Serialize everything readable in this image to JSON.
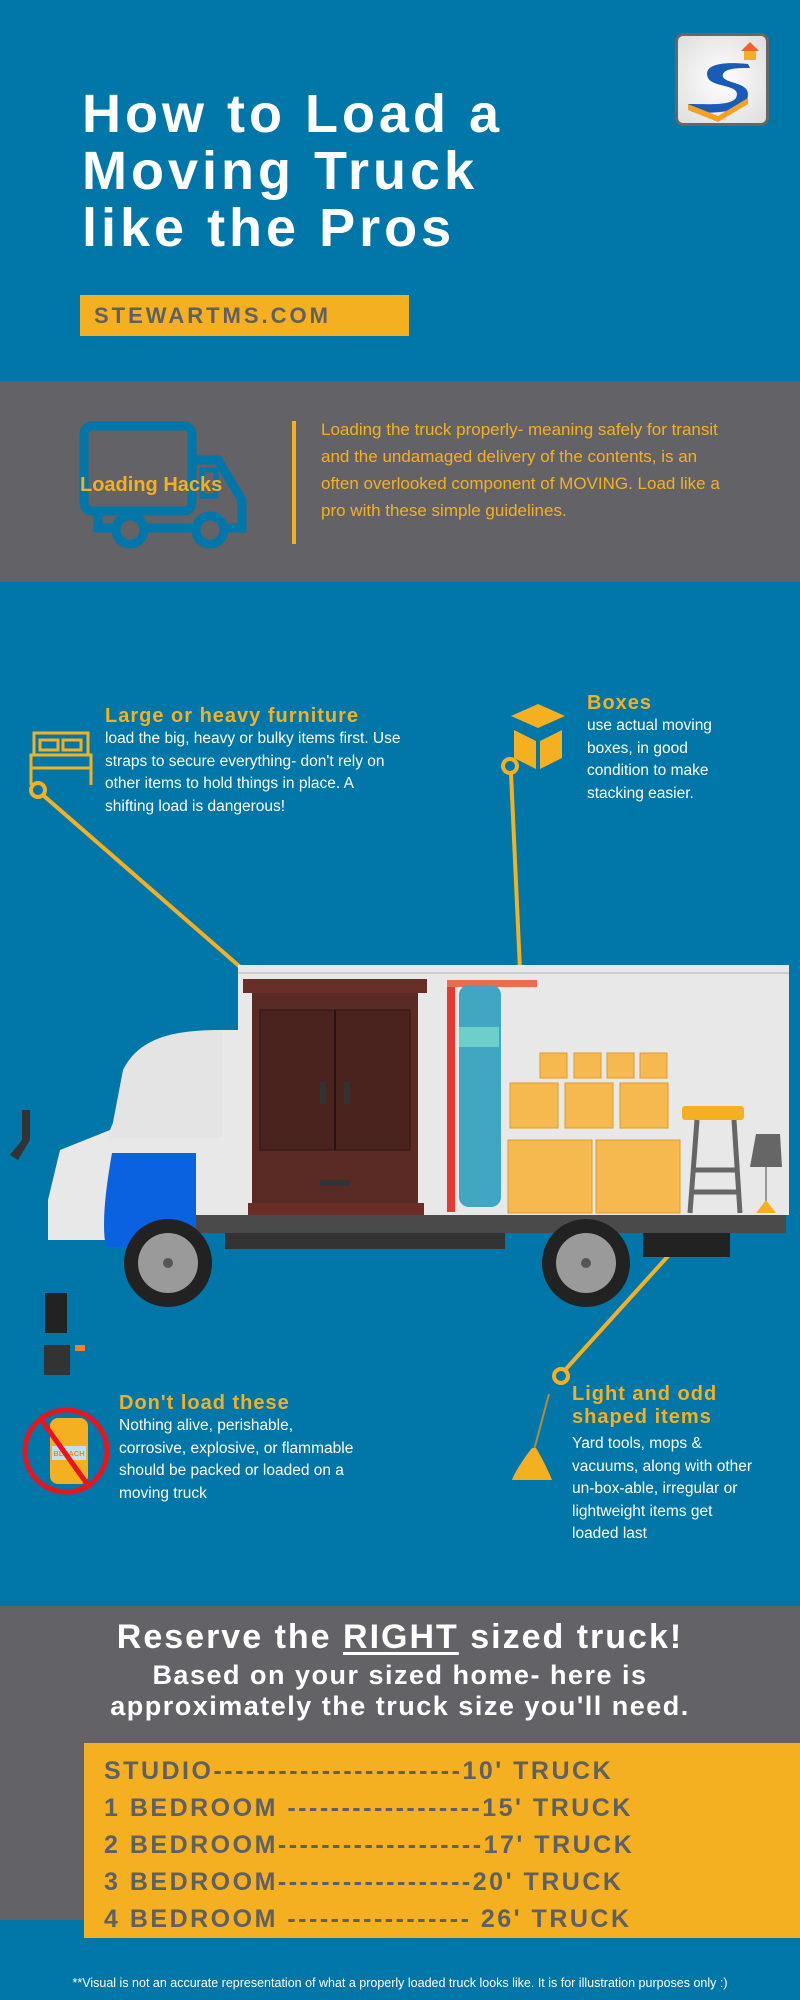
{
  "header": {
    "title_lines": [
      "How to Load a",
      "Moving Truck",
      "like the Pros"
    ],
    "site": "STEWARTMS.COM"
  },
  "intro": {
    "label": "Loading Hacks",
    "text": "Loading the truck properly- meaning safely for transit and the undamaged delivery of the contents, is an often overlooked component of MOVING. Load like a pro with these simple guidelines."
  },
  "tips": {
    "furniture": {
      "title": "Large or heavy furniture",
      "text": "load the big, heavy or bulky items first.  Use straps to secure everything- don't rely on other items to hold things in place.  A shifting load is dangerous!"
    },
    "boxes": {
      "title": "Boxes",
      "text": "use  actual moving boxes, in good condition to make stacking easier."
    },
    "dont": {
      "title": "Don't load these",
      "text": "Nothing alive, perishable, corrosive, explosive, or flammable should be packed or loaded on a moving truck",
      "bottle_label": "BLEACH"
    },
    "light": {
      "title_lines": [
        "Light and odd",
        "shaped items"
      ],
      "text": "Yard tools, mops & vacuums, along with other un-box-able, irregular or lightweight items get loaded last"
    }
  },
  "sizes": {
    "headline_pre": "Reserve the ",
    "headline_em": "RIGHT",
    "headline_post": " sized truck!",
    "sub_lines": [
      "Based on your sized home- here is",
      "approximately the truck size you'll need."
    ],
    "rows": [
      {
        "home": "STUDIO",
        "leader": "-----------------------",
        "truck": "10' TRUCK"
      },
      {
        "home": "1 BEDROOM ",
        "leader": "------------------",
        "truck": "15' TRUCK"
      },
      {
        "home": "2 BEDROOM",
        "leader": "-------------------",
        "truck": "17' TRUCK"
      },
      {
        "home": "3 BEDROOM",
        "leader": "------------------",
        "truck": "20' TRUCK"
      },
      {
        "home": "4 BEDROOM ",
        "leader": "----------------- ",
        "truck": "26' TRUCK"
      }
    ]
  },
  "footnote": "**Visual is not an accurate representation of what a properly loaded truck looks like.  It is for illustration purposes only :)",
  "colors": {
    "blue": "#0176a9",
    "gray": "#636367",
    "yellow": "#f5b021"
  }
}
